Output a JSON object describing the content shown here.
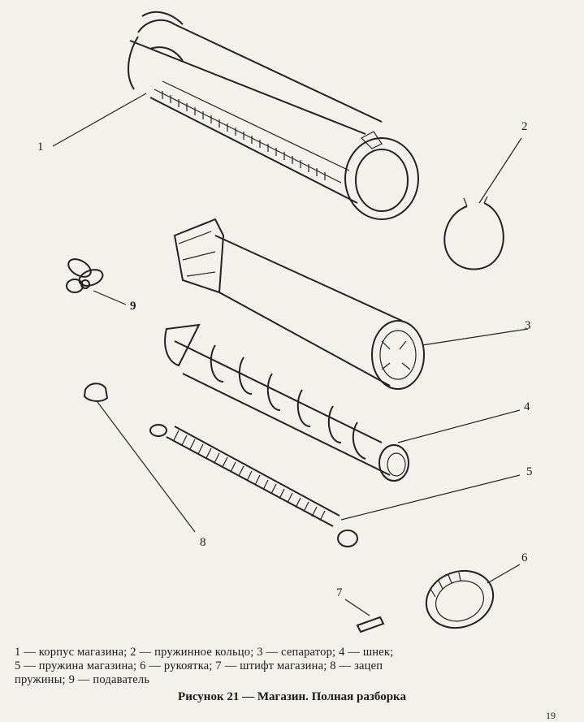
{
  "figure": {
    "callouts": [
      {
        "id": "c1",
        "text": "1"
      },
      {
        "id": "c2",
        "text": "2"
      },
      {
        "id": "c3",
        "text": "3"
      },
      {
        "id": "c4",
        "text": "4"
      },
      {
        "id": "c5",
        "text": "5"
      },
      {
        "id": "c6",
        "text": "6"
      },
      {
        "id": "c7",
        "text": "7"
      },
      {
        "id": "c8",
        "text": "8"
      },
      {
        "id": "c9",
        "text": "9"
      }
    ],
    "legend": [
      "1 — корпус магазина;  2 — пружинное кольцо;  3 — сепаратор;  4 — шнек;",
      "5 — пружина магазина;  6 — рукоятка;  7 — штифт  магазина;  8  —  зацеп",
      "пружины; 9 — подаватель"
    ],
    "caption": "Рисунок 21 — Магазин. Полная разборка",
    "page_number": "19"
  }
}
